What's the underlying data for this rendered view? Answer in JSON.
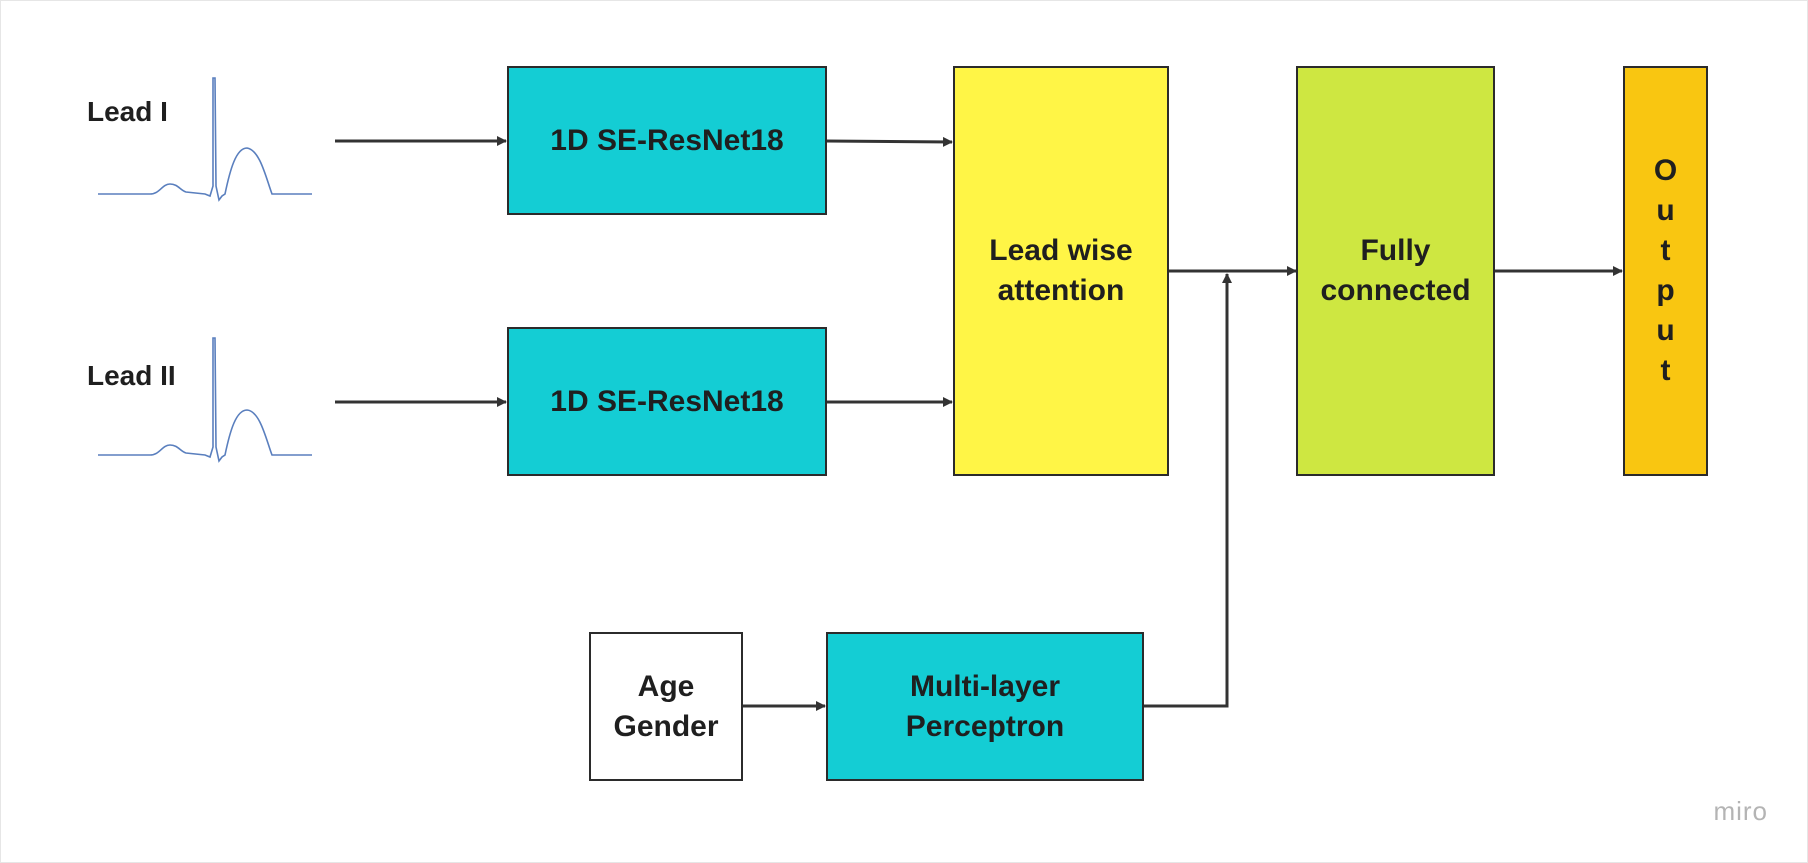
{
  "inputs": {
    "lead1_label": "Lead I",
    "lead2_label": "Lead II"
  },
  "blocks": {
    "resnet_top": "1D SE-ResNet18",
    "resnet_bottom": "1D SE-ResNet18",
    "lead_attention": [
      "Lead wise",
      "attention"
    ],
    "fully_connected": [
      "Fully",
      "connected"
    ],
    "output_letters": [
      "O",
      "u",
      "t",
      "p",
      "u",
      "t"
    ],
    "demographics": [
      "Age",
      "Gender"
    ],
    "mlp": [
      "Multi-layer",
      "Perceptron"
    ]
  },
  "watermark": "miro",
  "colors": {
    "resnet": "#14cdd4",
    "attention": "#fff546",
    "fully_connected": "#cee741",
    "output": "#f9c611",
    "demographics": "#ffffff",
    "mlp": "#14cdd4",
    "waveform": "#5a7fbe"
  }
}
